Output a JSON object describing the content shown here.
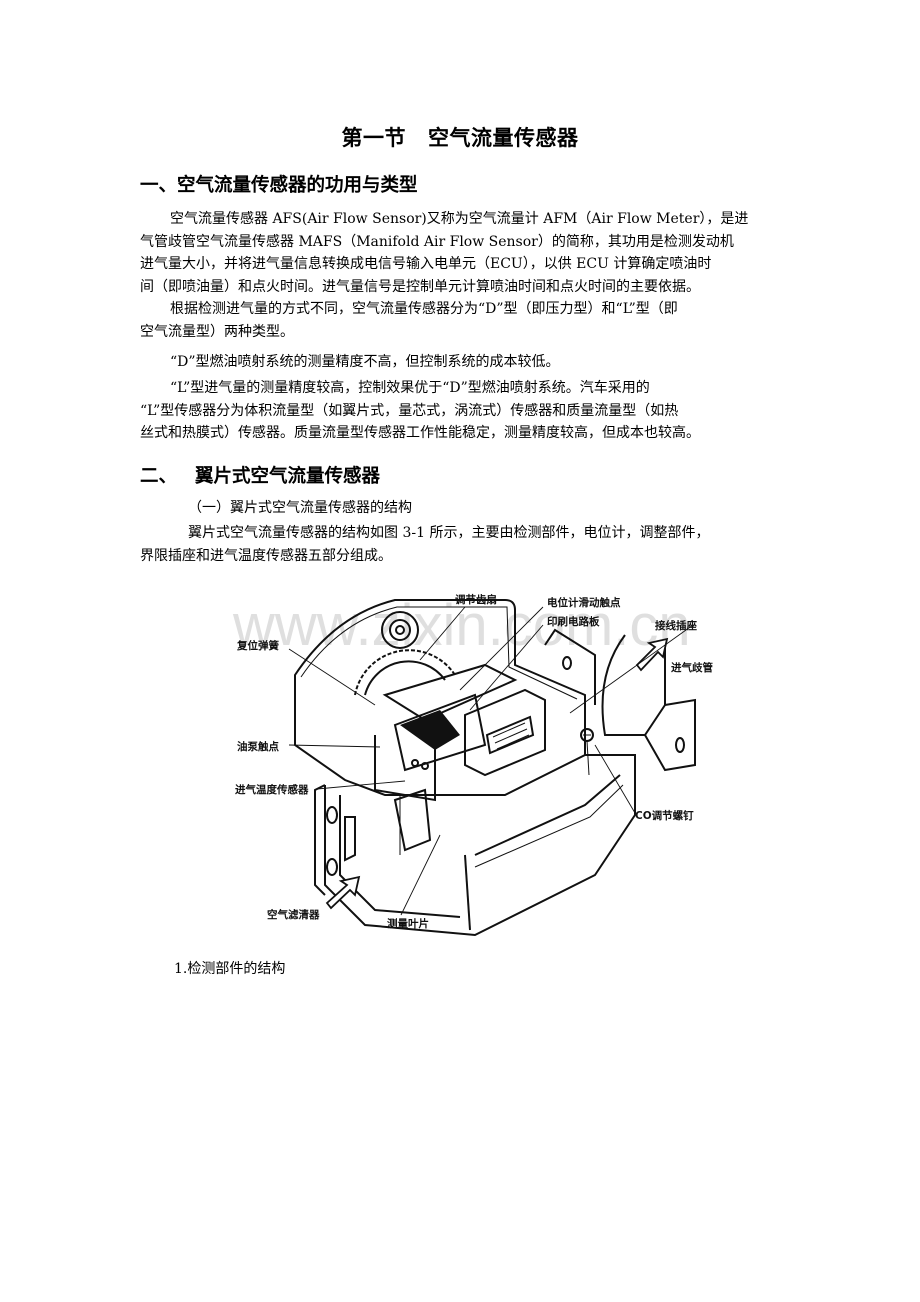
{
  "document": {
    "title_part1": "第一节",
    "title_part2": "空气流量传感器",
    "section1": {
      "heading": "一、空气流量传感器的功用与类型",
      "paragraph1": [
        "空气流量传感器 AFS(Air Flow Sensor)又称为空气流量计 AFM（Air Flow Meter），是进",
        "气管歧管空气流量传感器 MAFS（Manifold Air Flow Sensor）的简称，其功用是检测发动机",
        "进气量大小，并将进气量信息转换成电信号输入电单元（ECU），以供 ECU 计算确定喷油时",
        "间（即喷油量）和点火时间。进气量信号是控制单元计算喷油时间和点火时间的主要依据。"
      ],
      "paragraph2": [
        "根据检测进气量的方式不同，空气流量传感器分为“D”型（即压力型）和“L”型（即",
        "空气流量型）两种类型。"
      ],
      "paragraph3": "“D”型燃油喷射系统的测量精度不高，但控制系统的成本较低。",
      "paragraph4": [
        "“L”型进气量的测量精度较高，控制效果优于“D”型燃油喷射系统。汽车采用的",
        "“L”型传感器分为体积流量型（如翼片式，量芯式，涡流式）传感器和质量流量型（如热",
        "丝式和热膜式）传感器。质量流量型传感器工作性能稳定，测量精度较高，但成本也较高。"
      ]
    },
    "section2": {
      "heading_num": "二、",
      "heading_text": "翼片式空气流量传感器",
      "subheading": "（一）翼片式空气流量传感器的结构",
      "paragraph1": [
        "翼片式空气流量传感器的结构如图 3-1 所示，主要由检测部件，电位计，调整部件，",
        "界限插座和进气温度传感器五部分组成。"
      ],
      "item1": "1.检测部件的结构"
    },
    "figure": {
      "watermark": "www.zixin.com.cn",
      "labels": {
        "adjust_gear": "调节齿扇",
        "potentiometer_contact": "电位计滑动触点",
        "pcb": "印刷电路板",
        "connector": "接线插座",
        "reset_spring": "复位弹簧",
        "intake_manifold": "进气歧管",
        "pump_contact": "油泵触点",
        "intake_temp_sensor": "进气温度传感器",
        "co_screw": "CO调节螺钉",
        "air_filter": "空气滤清器",
        "measuring_vane": "测量叶片"
      }
    }
  }
}
